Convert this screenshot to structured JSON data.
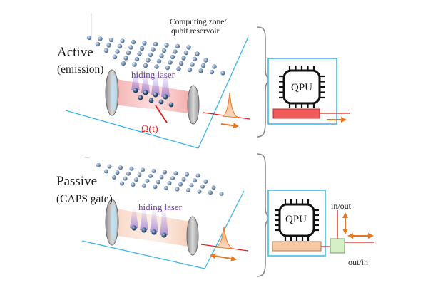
{
  "labels": {
    "computing_zone": "Computing zone/",
    "qubit_reservoir": "qubit reservoir",
    "hiding_laser": "hiding laser",
    "omega": "Ω(t)"
  },
  "panels": [
    {
      "id": "active",
      "mode": "Active",
      "sub": "(emission)",
      "qpu": "QPU"
    },
    {
      "id": "passive",
      "mode": "Passive",
      "sub": "(CAPS gate)",
      "qpu": "QPU",
      "port_in_out": "in/out",
      "port_out_in": "out/in"
    }
  ],
  "colors": {
    "cyan": "#3cb4e6",
    "purple": "#6a3fa8",
    "red": "#e02020",
    "orange": "#e87722",
    "qpu_bar_active": "#f05a5a",
    "qpu_bar_passive": "#f6c8a6",
    "switch_box": "#d6efc6"
  }
}
